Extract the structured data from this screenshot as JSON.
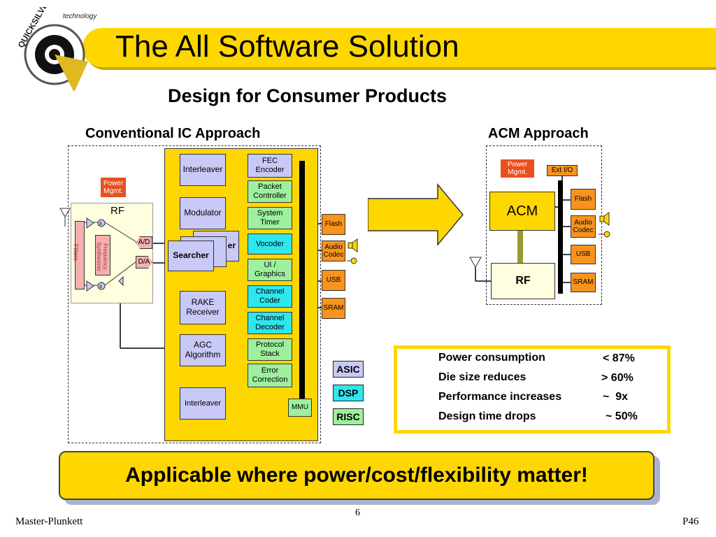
{
  "slide": {
    "title": "The All Software Solution",
    "subtitle": "Design for Consumer Products",
    "logo_text": "QUICKSILVER technology"
  },
  "conventional": {
    "label": "Conventional IC Approach",
    "power_mgmt": "Power Mgmt.",
    "rf_label": "RF",
    "filters_label": "Filters",
    "freq_synth_label": "Frequency Synthesizer",
    "ad_label": "A/D",
    "da_label": "D/A",
    "blocks": {
      "interleaver_top": "Interleaver",
      "modulator": "Modulator",
      "searcher": "Searcher",
      "searcher_shadow": "er",
      "rake_receiver": "RAKE Receiver",
      "agc_algorithm": "AGC Algorithm",
      "interleaver_bottom": "Interleaver"
    },
    "modules": {
      "fec_encoder": "FEC Encoder",
      "packet_controller": "Packet Controller",
      "system_timer": "System Timer",
      "vocoder": "Vocoder",
      "ui_graphics": "UI / Graphics",
      "channel_coder": "Channel Coder",
      "channel_decoder": "Channel Decoder",
      "protocol_stack": "Protocol Stack",
      "error_correction": "Error Correction",
      "mmu": "MMU"
    },
    "peripherals": {
      "flash": "Flash",
      "audio_codec": "Audio Codec",
      "usb": "USB",
      "sram": "SRAM"
    }
  },
  "legend": {
    "asic": "ASIC",
    "dsp": "DSP",
    "risc": "RISC"
  },
  "acm": {
    "label": "ACM Approach",
    "power_mgmt": "Power Mgmt.",
    "ext_io": "Ext I/O",
    "acm_block": "ACM",
    "rf_block": "RF",
    "peripherals": {
      "flash": "Flash",
      "audio_codec": "Audio Codec",
      "usb": "USB",
      "sram": "SRAM"
    }
  },
  "stats": [
    {
      "label": "Power consumption",
      "value": "< 87%"
    },
    {
      "label": "Die size reduces",
      "value": "> 60%"
    },
    {
      "label": "Performance increases",
      "value": "~  9x"
    },
    {
      "label": "Design time drops",
      "value": "~ 50%"
    }
  ],
  "banner": "Applicable where power/cost/flexibility matter!",
  "footer": {
    "left": "Master-Plunkett",
    "page": "6",
    "right": "P46"
  },
  "colors": {
    "yellow": "#ffd700",
    "asic_lavender": "#c9c9f7",
    "dsp_cyan": "#2ee6ee",
    "risc_green": "#9ef09e",
    "peripheral_orange": "#f7931e",
    "power_red": "#e8501e",
    "acm_olive": "#999933"
  }
}
